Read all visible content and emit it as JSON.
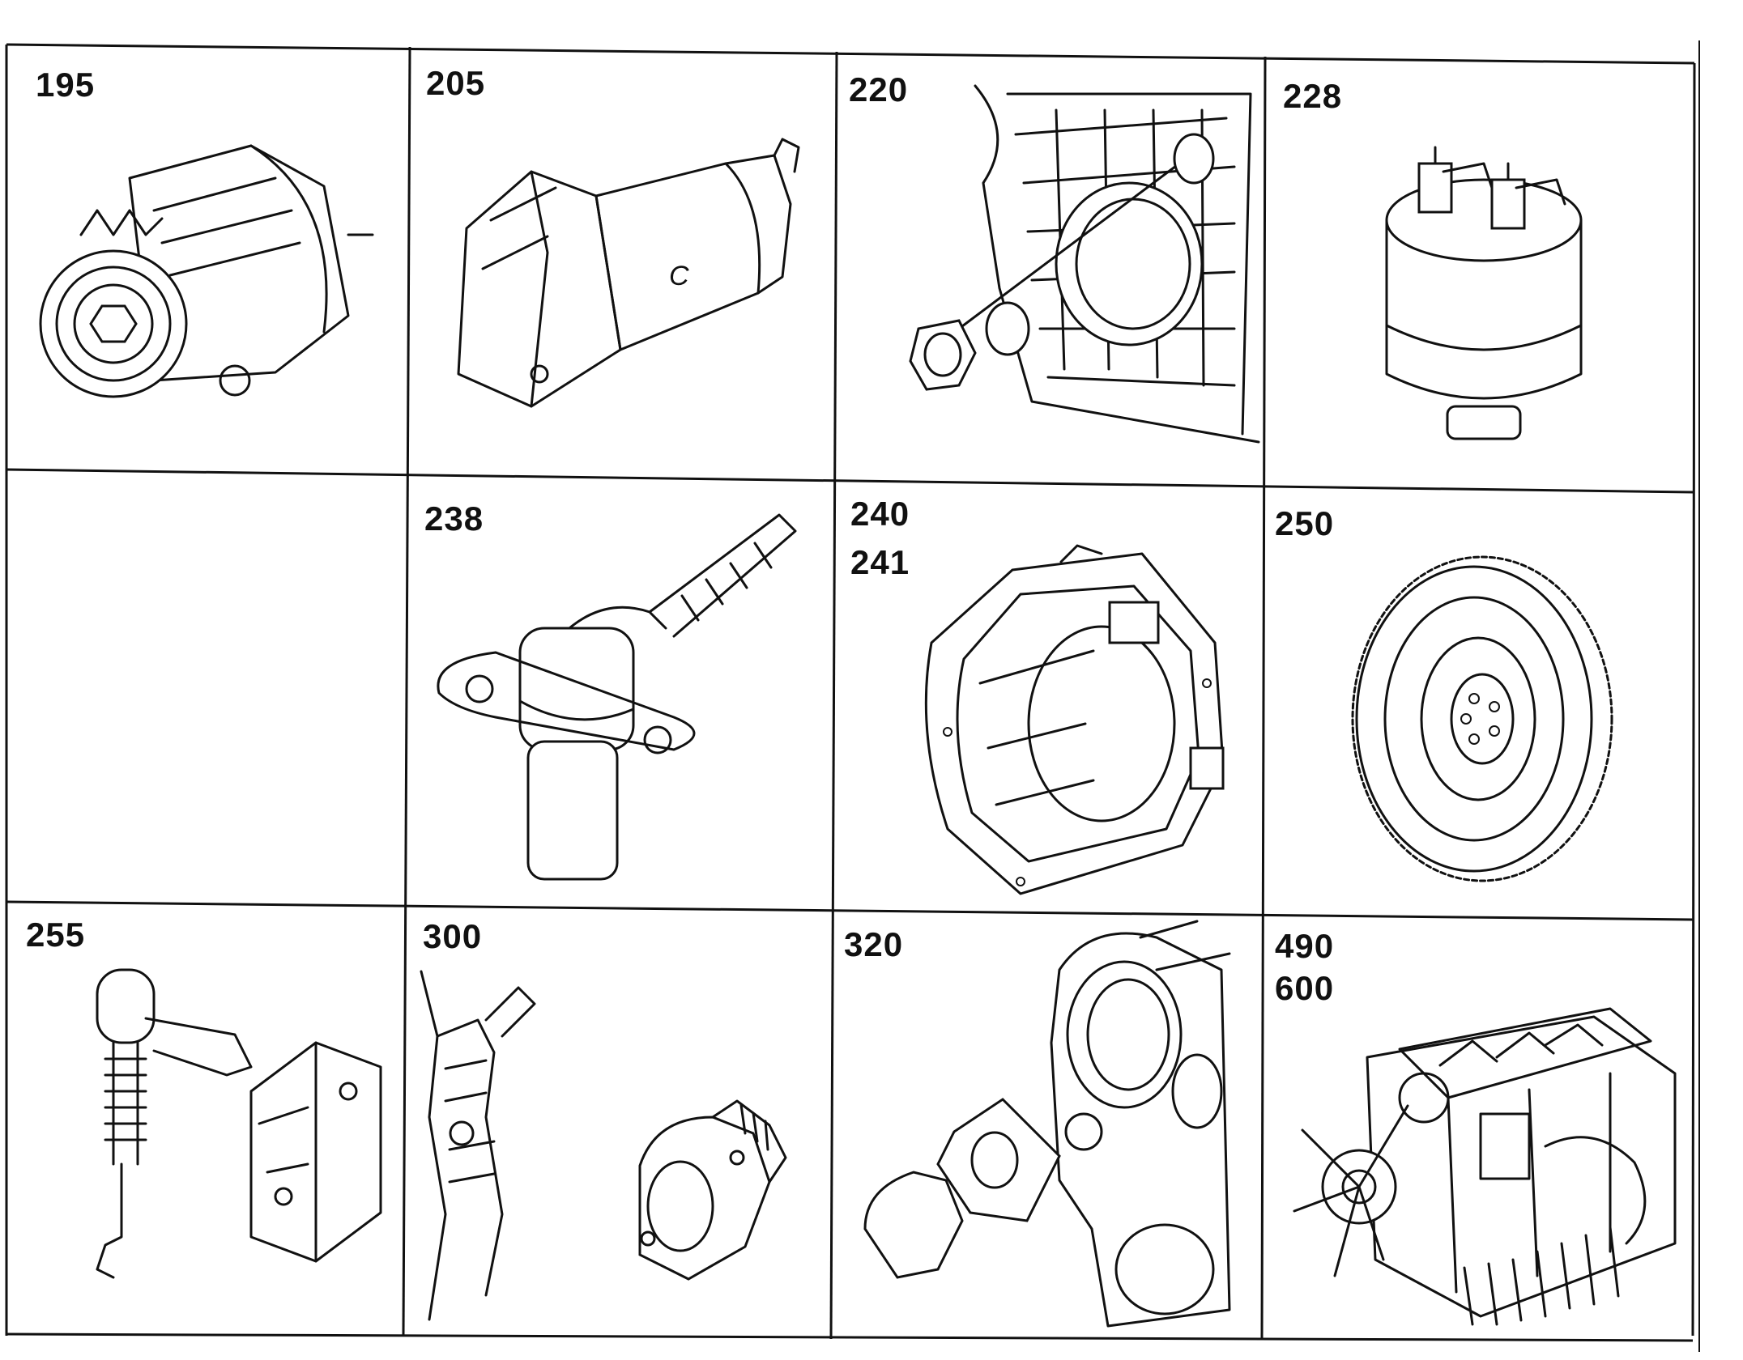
{
  "parts": [
    {
      "row": 0,
      "col": 0,
      "labels": [
        "195"
      ],
      "icon": "alternator-icon"
    },
    {
      "row": 0,
      "col": 1,
      "labels": [
        "205"
      ],
      "icon": "starter-motor-icon",
      "marking": "C"
    },
    {
      "row": 0,
      "col": 2,
      "labels": [
        "220"
      ],
      "icon": "timing-cover-seal-icon"
    },
    {
      "row": 0,
      "col": 3,
      "labels": [
        "228"
      ],
      "icon": "solenoid-switch-icon"
    },
    {
      "row": 1,
      "col": 0,
      "labels": [],
      "icon": ""
    },
    {
      "row": 1,
      "col": 1,
      "labels": [
        "238"
      ],
      "icon": "speed-sensor-icon"
    },
    {
      "row": 1,
      "col": 2,
      "labels": [
        "240",
        "241"
      ],
      "icon": "flywheel-housing-icon"
    },
    {
      "row": 1,
      "col": 3,
      "labels": [
        "250"
      ],
      "icon": "flywheel-icon"
    },
    {
      "row": 2,
      "col": 0,
      "labels": [
        "255"
      ],
      "icon": "injection-pump-control-icon"
    },
    {
      "row": 2,
      "col": 1,
      "labels": [
        "300"
      ],
      "icon": "power-take-off-icon"
    },
    {
      "row": 2,
      "col": 2,
      "labels": [
        "320"
      ],
      "icon": "gear-housing-cover-icon"
    },
    {
      "row": 2,
      "col": 3,
      "labels": [
        "490",
        "600"
      ],
      "icon": "engine-assembly-icon"
    }
  ]
}
